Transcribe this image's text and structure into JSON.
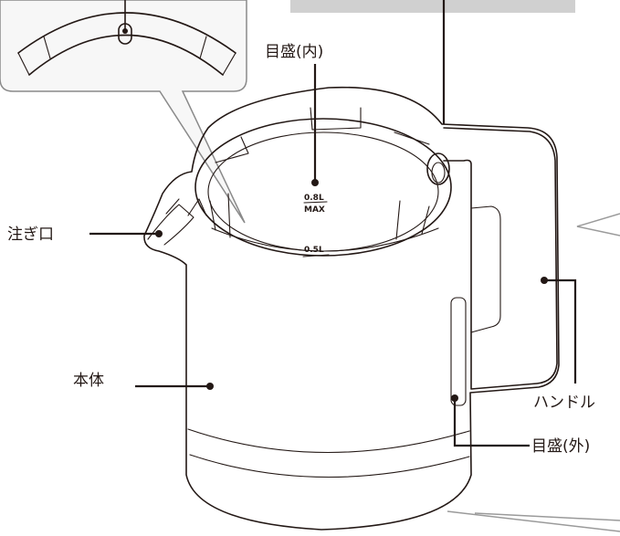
{
  "labels": {
    "inner_scale": "目盛(内)",
    "spout": "注ぎ口",
    "body": "本体",
    "handle": "ハンドル",
    "outer_scale": "目盛(外)"
  },
  "scale_marks": {
    "max_volume": "0.8L",
    "max": "MAX",
    "half": "0.5L"
  },
  "colors": {
    "line": "#231815",
    "callout_box": "#d0d0d0",
    "zoom_bubble_fill": "#f7f7f7",
    "zoom_bubble_stroke": "#8a8a8a"
  }
}
